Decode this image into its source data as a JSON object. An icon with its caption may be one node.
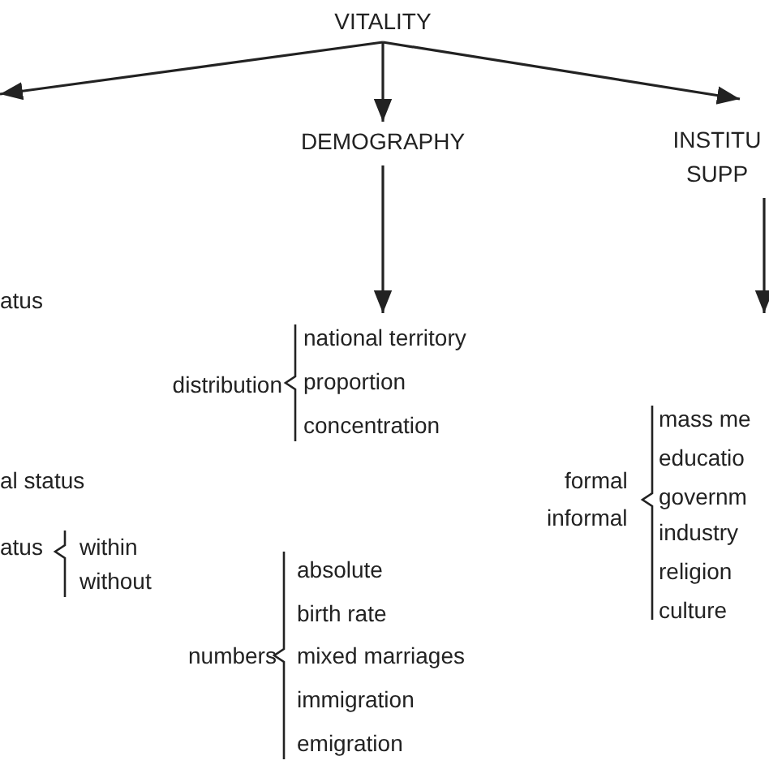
{
  "diagram": {
    "nodes": [
      {
        "text": [
          "VITALITY"
        ]
      },
      {
        "text": [
          "DEMOGRAPHY"
        ]
      },
      {
        "text": [
          "INSTITU SUPP"
        ]
      },
      {
        "text": [
          "national territory",
          "proportion",
          "concentration"
        ],
        "beside": [
          "distribution"
        ]
      }
    ],
    "edges": [
      {
        "from": 0,
        "to": null,
        "arrow": "to"
      },
      {
        "from": 0,
        "to": 1,
        "arrow": "to"
      },
      {
        "from": 0,
        "to": 2,
        "arrow": "to"
      },
      {
        "from": 1,
        "to": 3,
        "arrow": "to"
      },
      {
        "from": 2,
        "to": null,
        "arrow": "to"
      }
    ],
    "labels": [
      "atus",
      "mass me",
      "educatio",
      "al status",
      "formal",
      "governm",
      "informal",
      "industry",
      "atus",
      "within",
      "without",
      "absolute",
      "religion",
      "birth rate",
      "culture",
      "numbers",
      "mixed marriages",
      "immigration",
      "emigration"
    ]
  }
}
